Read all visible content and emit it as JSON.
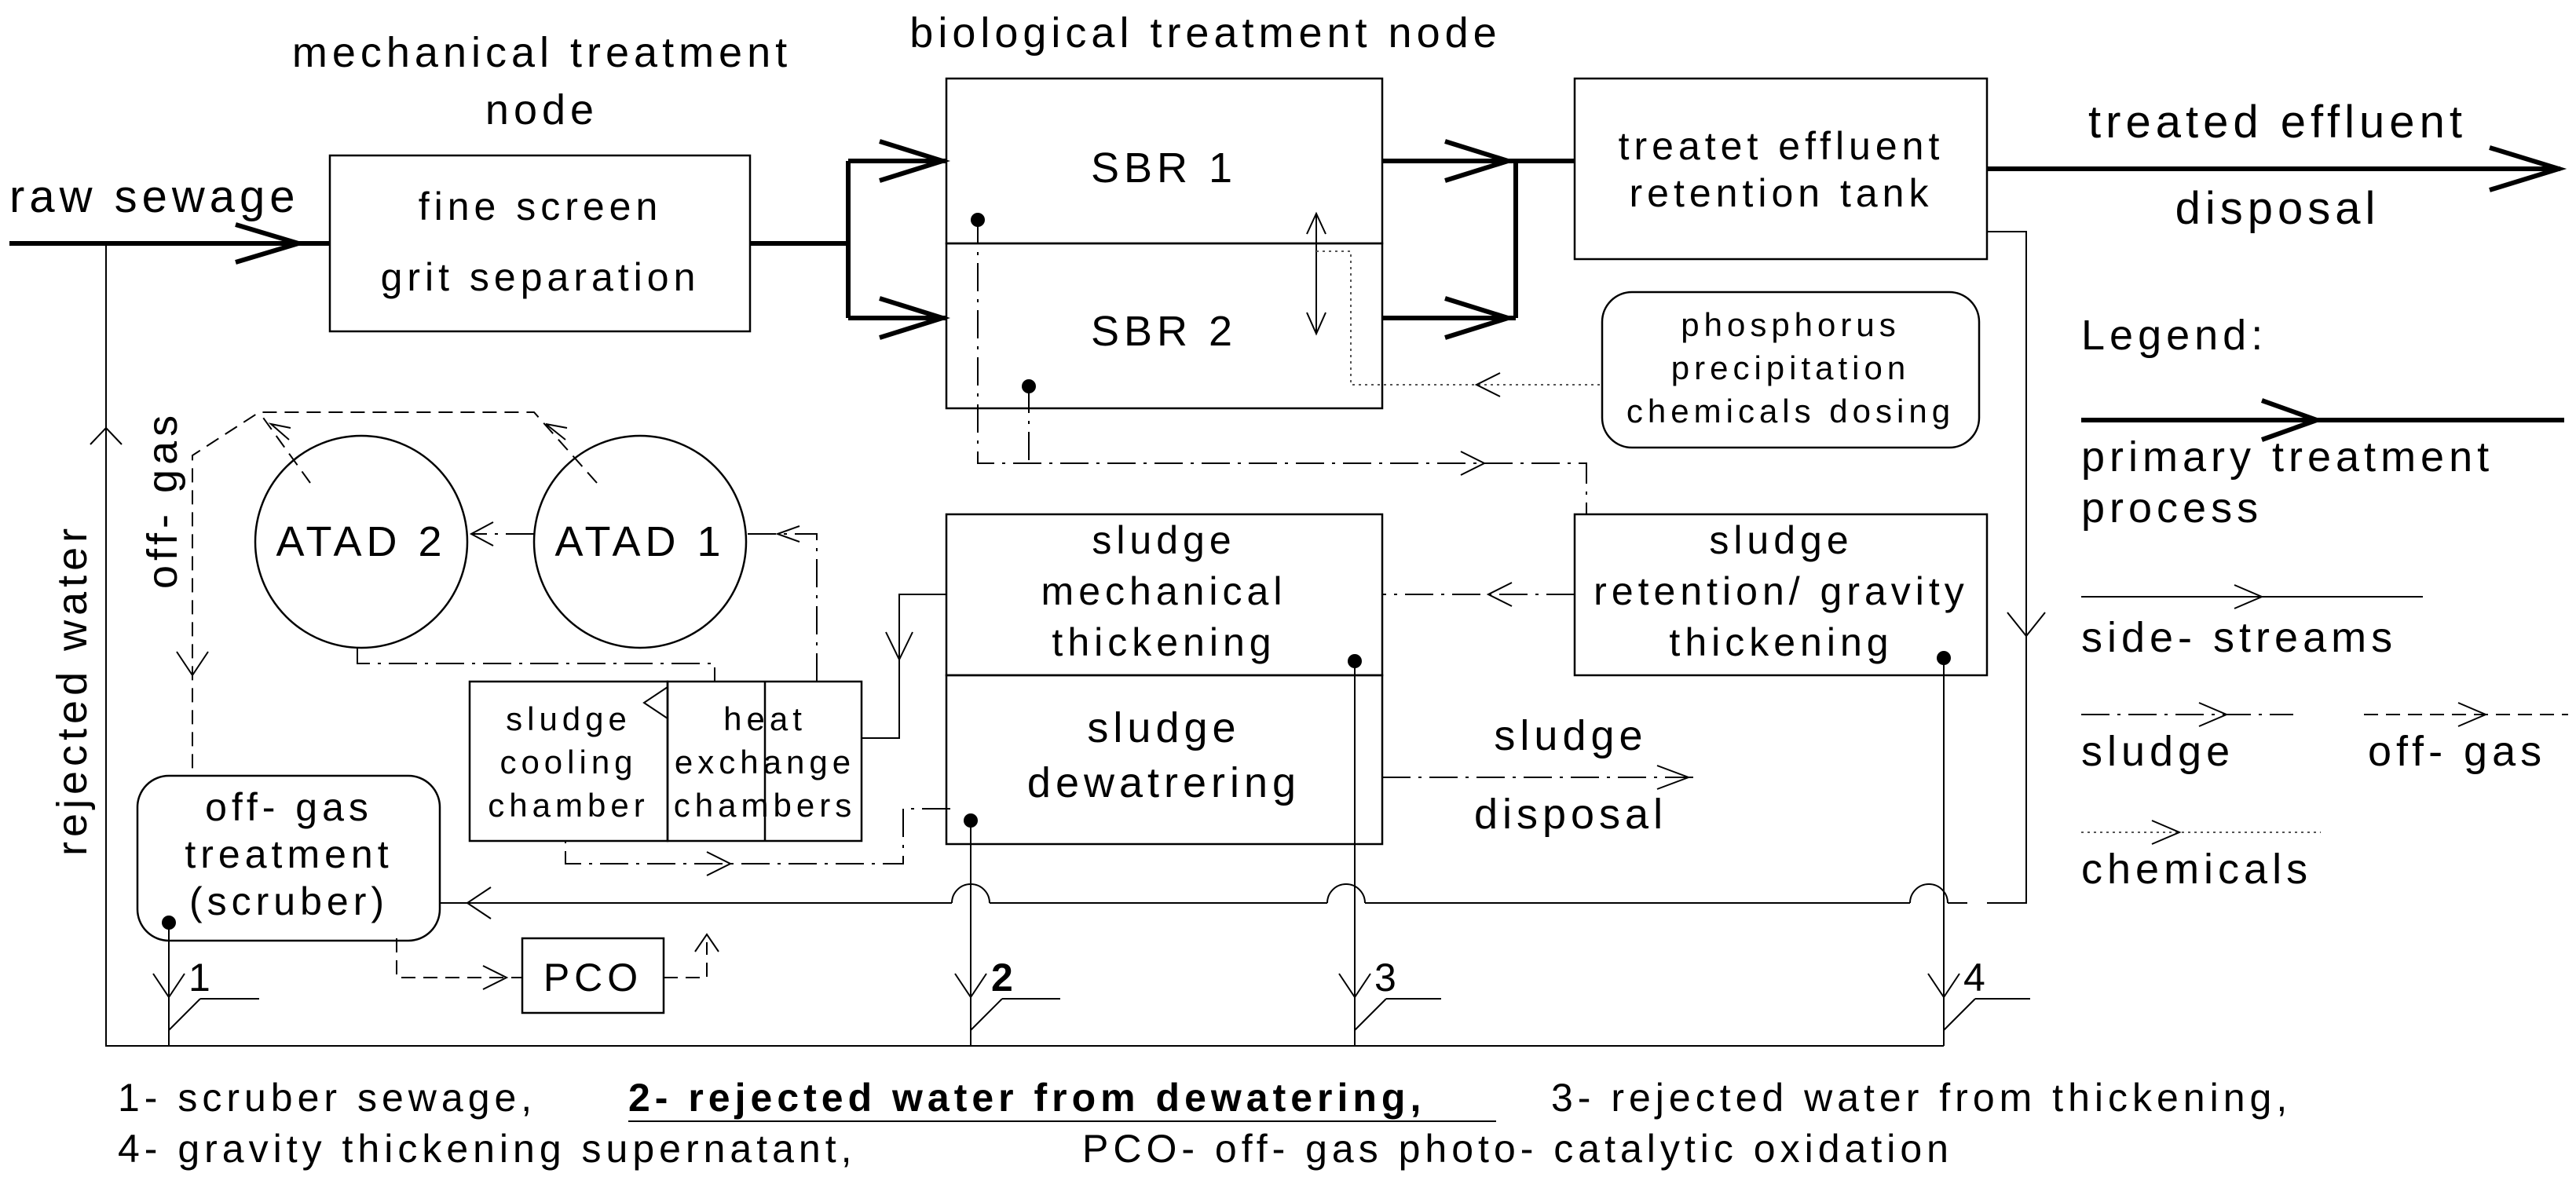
{
  "nodes": {
    "mechanical_node_line1": "mechanical treatment",
    "mechanical_node_line2": "node",
    "biological_node": "biological treatment node"
  },
  "inputs": {
    "raw_sewage": "raw sewage",
    "rejected_water": "rejected water",
    "off_gas": "off- gas"
  },
  "screen": {
    "line1": "fine screen",
    "line2": "grit separation"
  },
  "sbr1": "SBR 1",
  "sbr2": "SBR 2",
  "retention": {
    "line1": "treatet effluent",
    "line2": "retention tank"
  },
  "effluent": {
    "line1": "treated effluent",
    "line2": "disposal"
  },
  "phosphorus": {
    "line1": "phosphorus",
    "line2": "precipitation",
    "line3": "chemicals dosing"
  },
  "atad1": "ATAD 1",
  "atad2": "ATAD 2",
  "mech_thick": {
    "line1": "sludge",
    "line2": "mechanical",
    "line3": "thickening"
  },
  "dewatering": {
    "line1": "sludge",
    "line2": "dewatrering"
  },
  "gravity": {
    "line1": "sludge",
    "line2": "retention/ gravity",
    "line3": "thickening"
  },
  "cooling": {
    "line1": "sludge",
    "line2": "cooling",
    "line3": "chamber"
  },
  "heat": {
    "line1": "heat",
    "line2": "exchange",
    "line3": "chambers"
  },
  "sludge_disposal": {
    "line1": "sludge",
    "line2": "disposal"
  },
  "scrubber": {
    "line1": "off- gas",
    "line2": "treatment",
    "line3": "(scruber)"
  },
  "pco": "PCO",
  "markers": [
    "1",
    "2",
    "3",
    "4"
  ],
  "legend": {
    "title": "Legend:",
    "primary_line1": "primary treatment",
    "primary_line2": "process",
    "side": "side- streams",
    "sludge": "sludge",
    "offgas": "off- gas",
    "chemicals": "chemicals"
  },
  "footnotes": {
    "n1": "1- scruber sewage,",
    "n2": "2- rejected water from dewatering,",
    "n3": "3- rejected water from thickening,",
    "n4": "4- gravity thickening supernatant,",
    "n5": "PCO- off- gas photo- catalytic oxidation"
  }
}
